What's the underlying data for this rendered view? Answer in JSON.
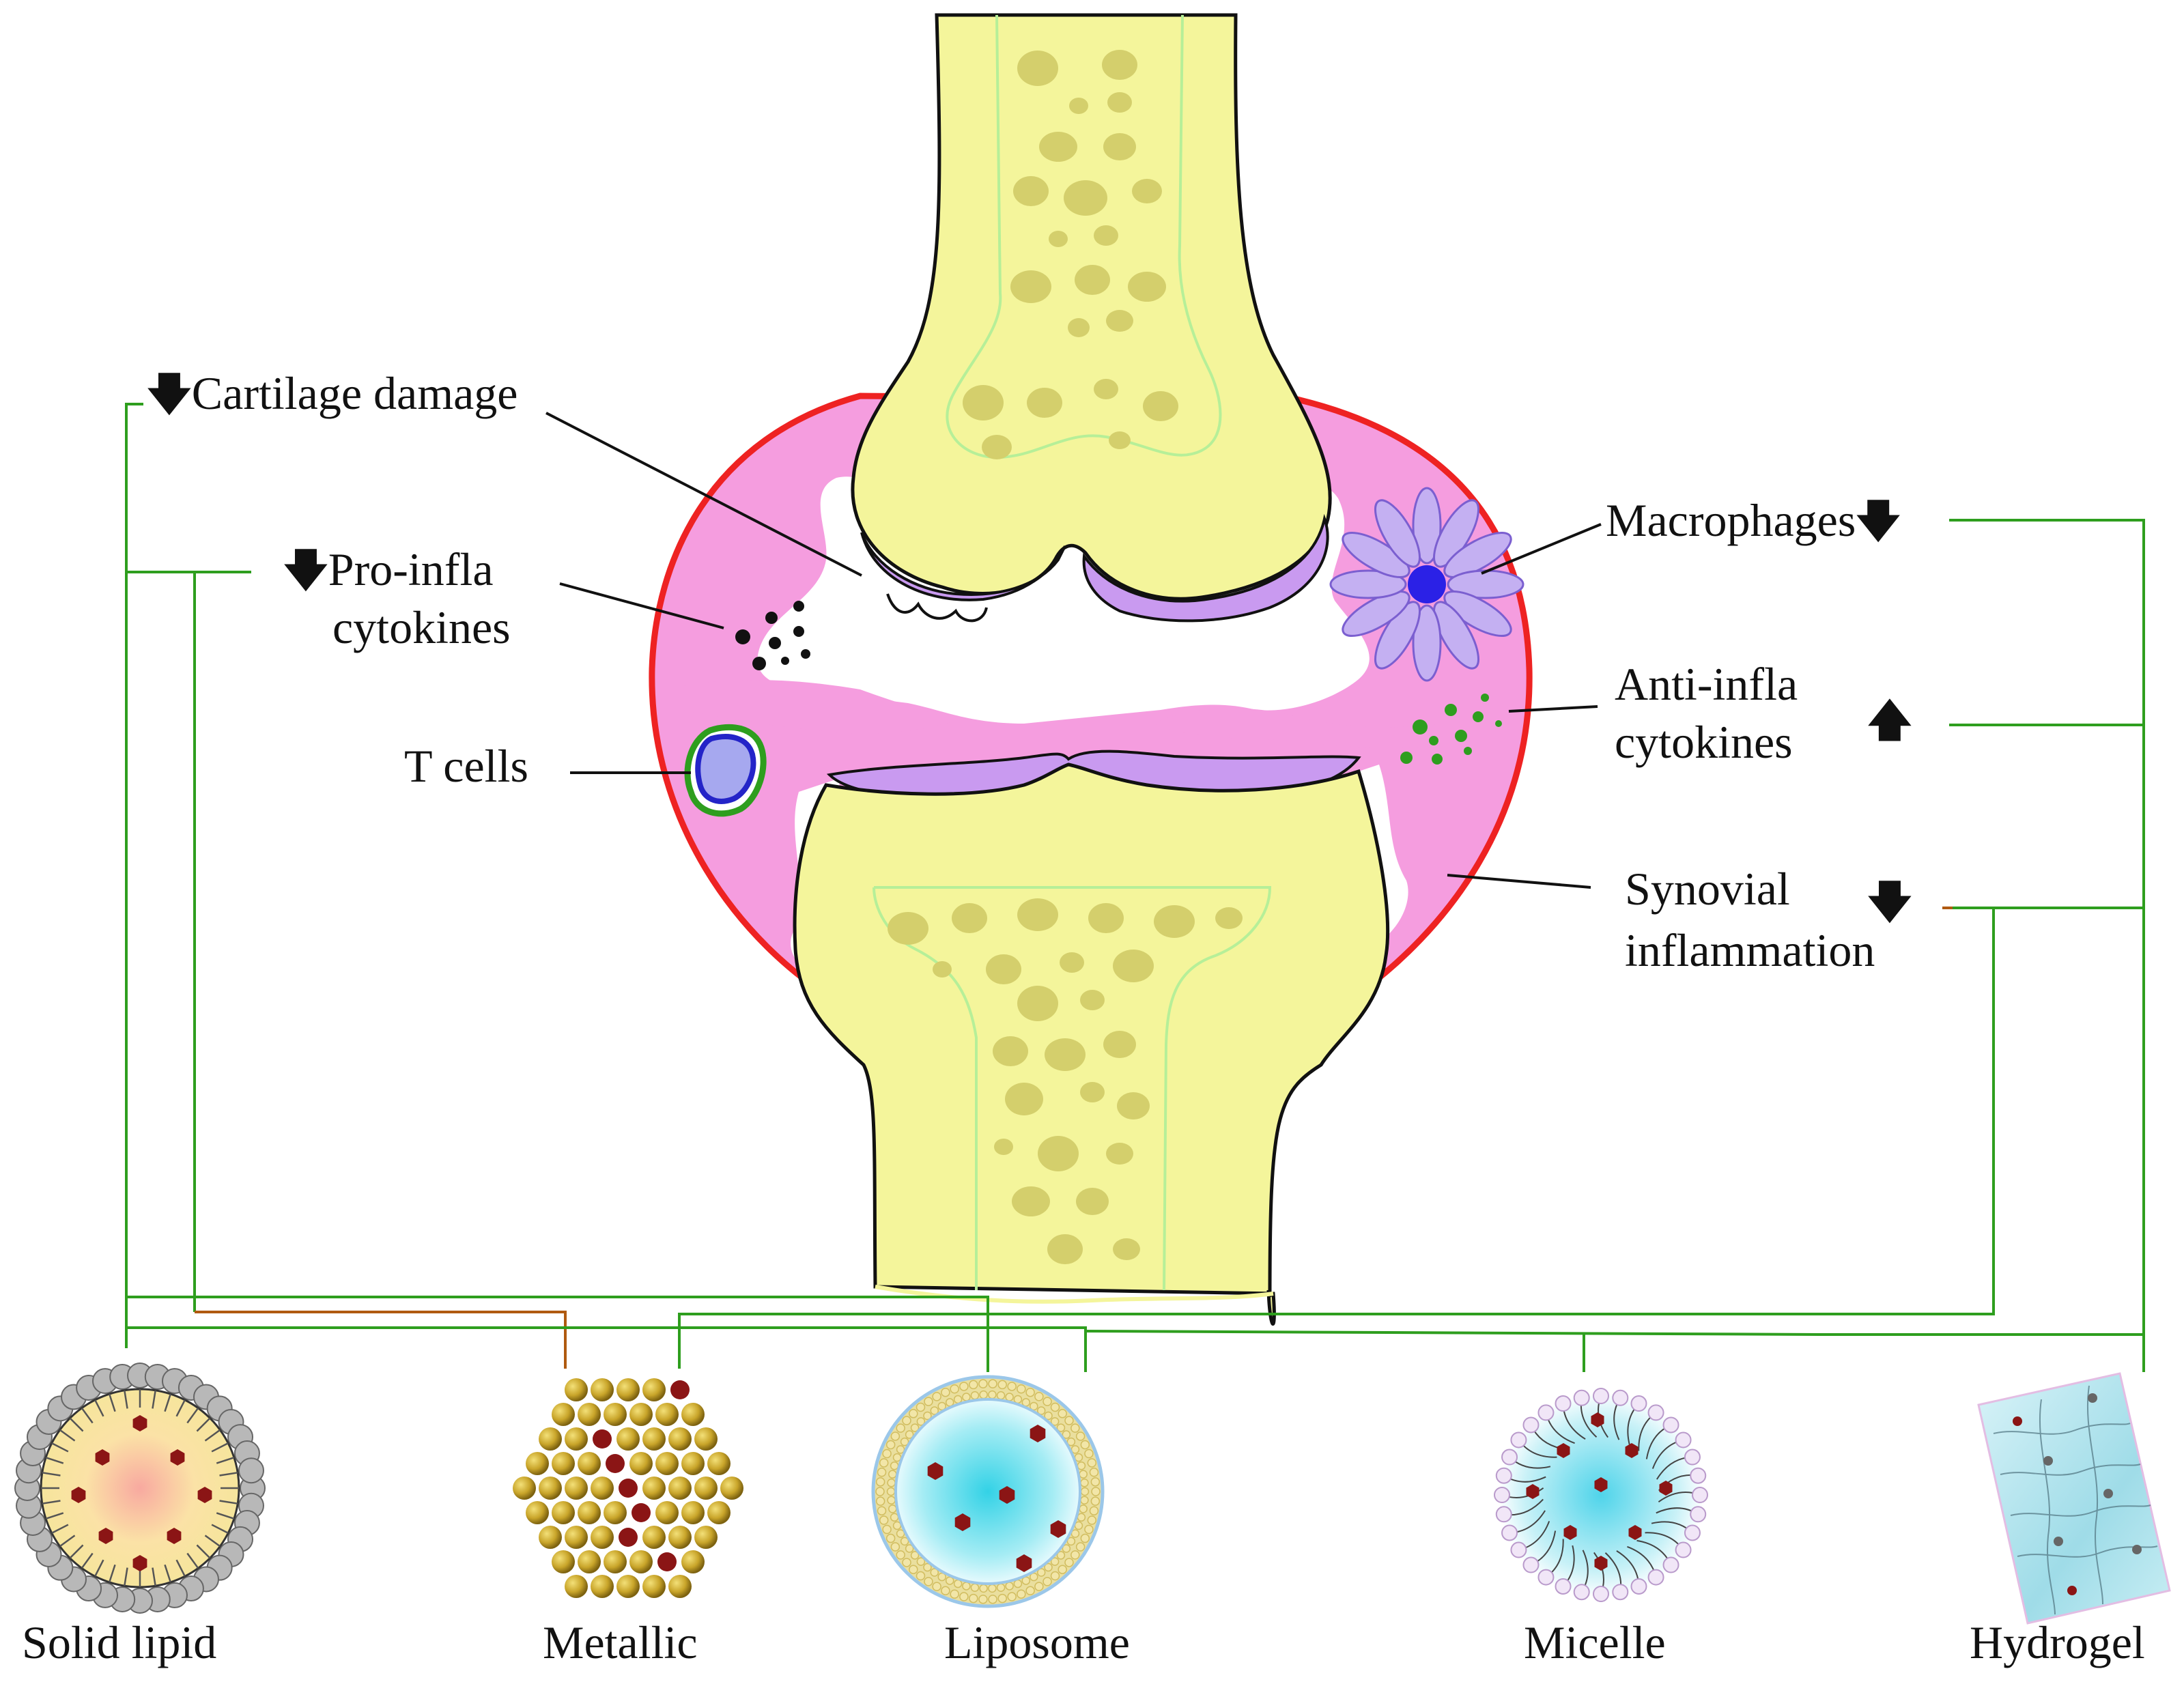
{
  "labels": {
    "cartilage": {
      "arrow": "🡇",
      "text": "Cartilage damage"
    },
    "pro_infla": {
      "arrow": "🡇",
      "line1": "Pro-infla",
      "line2": "cytokines"
    },
    "t_cells": "T cells",
    "macrophages": {
      "text": "Macrophages",
      "arrow": "🡇"
    },
    "anti_infla": {
      "line1": "Anti-infla",
      "line2": "cytokines",
      "arrow": "🡅"
    },
    "synovial": {
      "line1": "Synovial",
      "line2": "inflammation",
      "arrow": "🡇"
    }
  },
  "nanoparticles": [
    "Solid lipid",
    "Metallic",
    "Liposome",
    "Micelle",
    "Hydrogel"
  ],
  "colors": {
    "bone": "#f4f59b",
    "marrow": "#d4cf6c",
    "synovium": "#f59ddf",
    "capsule": "#ee2222",
    "cartilage": "#c99af0",
    "connector": "#2e9e1e",
    "connector_alt": "#b05a10"
  }
}
